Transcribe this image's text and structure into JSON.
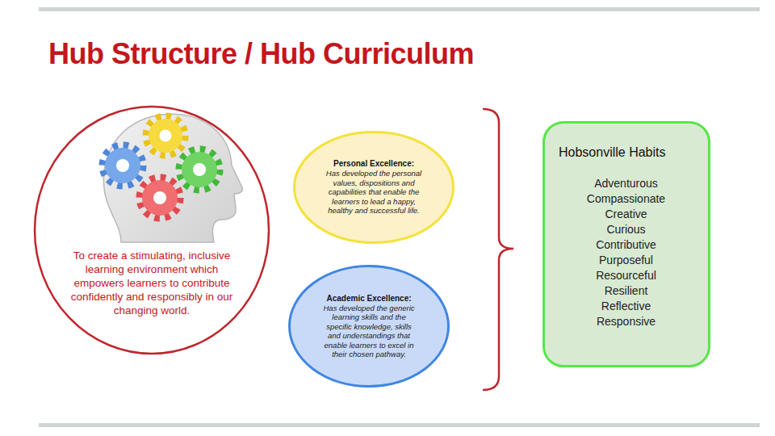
{
  "diagram": {
    "title": "Hub Structure / Hub Curriculum",
    "nodes": [
      {
        "text": [
          "To create a stimulating, inclusive learning environment which empowers learners to contribute confidently and responsibly in our changing world."
        ]
      },
      {
        "text": [
          "Personal Excellence:",
          "Has developed the personal values, dispositions and capabilities that enable the learners to lead a happy, healthy and successful life."
        ]
      },
      {
        "text": [
          "Academic Excellence:",
          "Has developed the generic learning skills and the specific knowledge, skills and understandings that enable learners to excel in their chosen pathway."
        ]
      },
      {
        "text": [
          "Hobsonville Habits",
          "Adventurous",
          "Compassionate",
          "Creative",
          "Curious",
          "Contributive",
          "Purposeful",
          "Resourceful",
          "Resilient",
          "Reflective",
          "Responsive"
        ]
      }
    ],
    "edges": []
  }
}
